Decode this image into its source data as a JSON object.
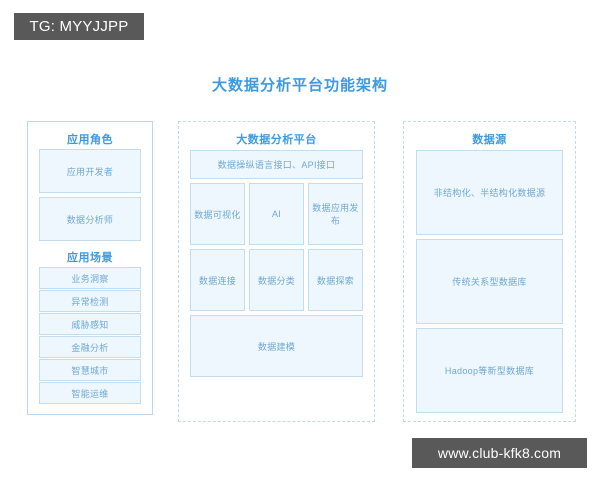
{
  "watermarks": {
    "top_left": "TG: MYYJJPP",
    "bottom_right": "www.club-kfk8.com"
  },
  "title": "大数据分析平台功能架构",
  "colors": {
    "title_blue": "#3d9ae2",
    "card_fill": "#eef7fd",
    "card_border": "#c2ddf0",
    "card_text": "#6fa8d4",
    "panel_border_solid": "#b9d7ef",
    "panel_border_dashed": "#bcdcf2",
    "watermark_bg": "#595959"
  },
  "columns": {
    "left": {
      "sections": [
        {
          "header": "应用角色",
          "items": [
            "应用开发者",
            "数据分析师"
          ]
        },
        {
          "header": "应用场景",
          "items": [
            "业务洞察",
            "异常检测",
            "威胁感知",
            "金融分析",
            "智慧城市",
            "智能运维"
          ]
        }
      ]
    },
    "middle": {
      "header": "大数据分析平台",
      "api_bar": "数据操纵语言接口、API接口",
      "row1": [
        "数据可视化",
        "AI",
        "数据应用发布"
      ],
      "row2": [
        "数据连接",
        "数据分类",
        "数据探索"
      ],
      "bottom": "数据建模"
    },
    "right": {
      "header": "数据源",
      "items": [
        "非结构化、半结构化数据源",
        "传统关系型数据库",
        "Hadoop等新型数据库"
      ]
    }
  }
}
